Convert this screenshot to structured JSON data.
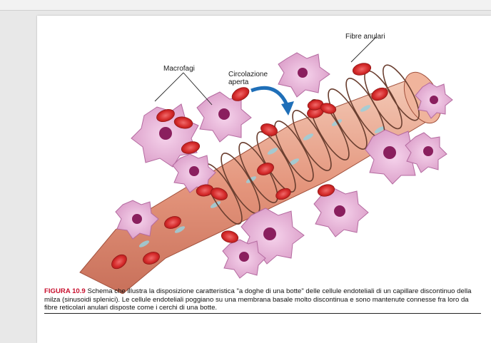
{
  "figure": {
    "labels": {
      "fibre_anulari": "Fibre anulari",
      "macrofagi": "Macrofagi",
      "circolazione_aperta": "Circolazione\naperta"
    }
  },
  "caption": {
    "figure_number": "FIGURA 10.9",
    "text": "Schema che illustra la disposizione caratteristica \"a doghe di una botte\" delle cellule endoteliali di un capillare discontinuo della milza (sinusoidi splenici). Le cellule endoteliali poggiano su una membrana basale molto discontinua e sono mantenute connesse fra loro da fibre reticolari anulari disposte come i cerchi di una botte."
  },
  "colors": {
    "macrophage": "#e8b4d8",
    "nucleus": "#8a1f5e",
    "erythrocyte": "#d42a2a",
    "vessel": "#e6a58e",
    "fibre": "#7a4a3a",
    "arrow": "#1f6fb8",
    "figure_number": "#c8102e"
  }
}
